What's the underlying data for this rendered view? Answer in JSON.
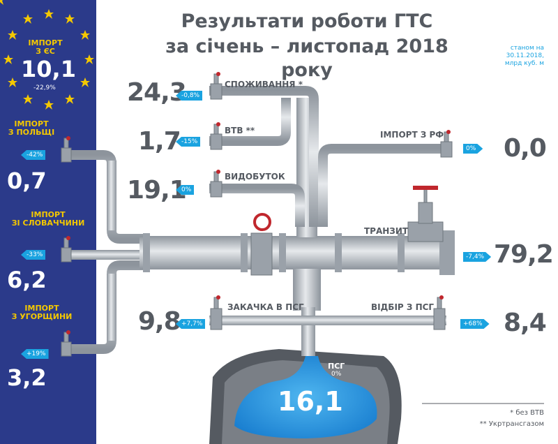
{
  "title_line1": "Результати роботи ГТС",
  "title_line2": "за січень – листопад  2018 року",
  "as_of": [
    "станом на",
    "30.11.2018,",
    "млрд куб. м"
  ],
  "sidebar": {
    "eu": {
      "label1": "ІМПОРТ",
      "label2": "З ЄС",
      "value": "10,1",
      "change": "-22,9%"
    },
    "poland": {
      "label1": "ІМПОРТ",
      "label2": "З ПОЛЬЩІ",
      "value": "0,7",
      "change": "-42%"
    },
    "slovakia": {
      "label1": "ІМПОРТ",
      "label2": "ЗІ СЛОВАЧЧИНИ",
      "value": "6,2",
      "change": "-33%"
    },
    "hungary": {
      "label1": "ІМПОРТ",
      "label2": "З УГОРЩИНИ",
      "value": "3,2",
      "change": "+19%"
    }
  },
  "flows": {
    "consumption": {
      "label": "СПОЖИВАННЯ *",
      "value": "24,3",
      "change": "-0,8%"
    },
    "vtv": {
      "label": "ВТВ **",
      "value": "1,7",
      "change": "-15%"
    },
    "production": {
      "label": "ВИДОБУТОК",
      "value": "19,1",
      "change": "0%"
    },
    "import_rf": {
      "label": "ІМПОРТ З РФ",
      "value": "0,0",
      "change": "0%"
    },
    "transit": {
      "label": "ТРАНЗИТ",
      "value": "79,2",
      "change": "-7,4%"
    },
    "injection": {
      "label": "ЗАКАЧКА В ПСГ",
      "value": "9,8",
      "change": "+7,7%"
    },
    "withdrawal": {
      "label": "ВІДБІР З ПСГ",
      "value": "8,4",
      "change": "+68%"
    },
    "storage": {
      "label": "ПСГ",
      "value": "16,1",
      "change": "0%"
    }
  },
  "footnotes": [
    "* без ВТВ",
    "** Укртрансгазом"
  ],
  "colors": {
    "sidebar": "#2b3a8a",
    "accent": "#1aa3e0",
    "star": "#f4c800",
    "pipe": "#aeb4bb",
    "text": "#555a61"
  }
}
